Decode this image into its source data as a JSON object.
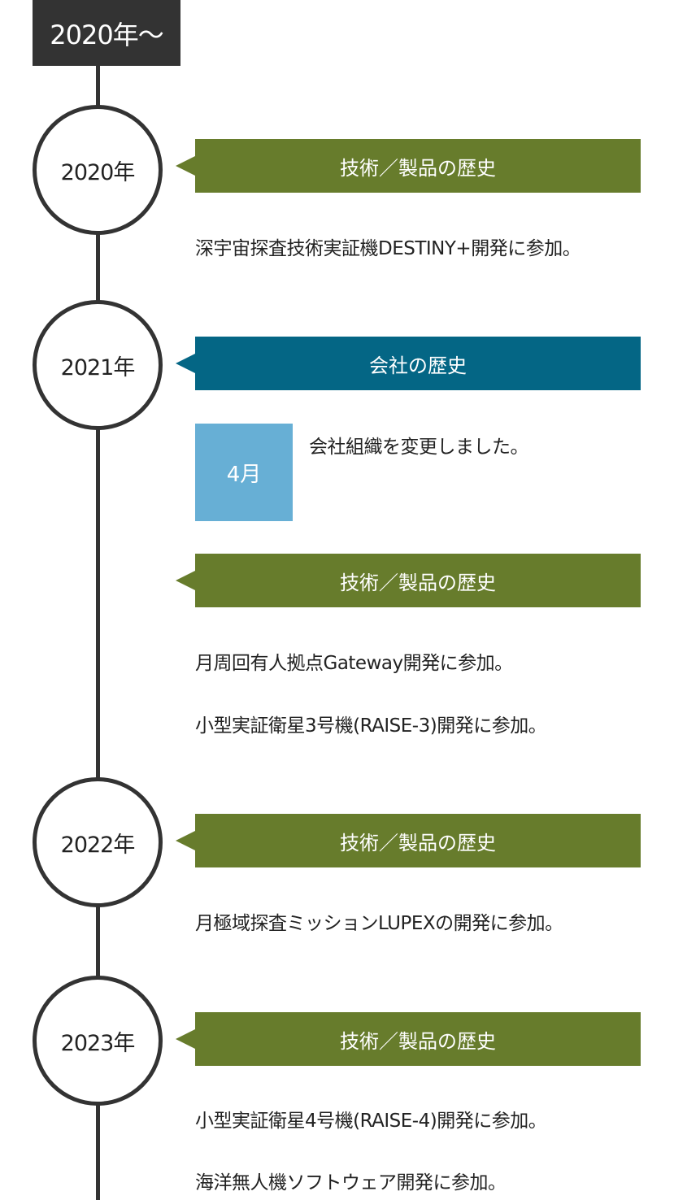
{
  "era_label": "2020年〜",
  "years": [
    {
      "label": "2020年",
      "sections": [
        {
          "banner": "技術／製品の歴史",
          "items": [
            "深宇宙探査技術実証機DESTINY+開発に参加。"
          ]
        }
      ]
    },
    {
      "label": "2021年",
      "sections": [
        {
          "banner": "会社の歴史",
          "month": "4月",
          "month_text": "会社組織を変更しました。"
        },
        {
          "banner": "技術／製品の歴史",
          "items": [
            "月周回有人拠点Gateway開発に参加。",
            "小型実証衛星3号機(RAISE-3)開発に参加。"
          ]
        }
      ]
    },
    {
      "label": "2022年",
      "sections": [
        {
          "banner": "技術／製品の歴史",
          "items": [
            "月極域探査ミッションLUPEXの開発に参加。"
          ]
        }
      ]
    },
    {
      "label": "2023年",
      "sections": [
        {
          "banner": "技術／製品の歴史",
          "items": [
            "小型実証衛星4号機(RAISE-4)開発に参加。",
            "海洋無人機ソフトウェア開発に参加。"
          ]
        }
      ]
    }
  ],
  "colors": {
    "tech_banner": "#677c2c",
    "company_banner": "#046685",
    "month_box": "#67afd5",
    "timeline": "#333333"
  }
}
